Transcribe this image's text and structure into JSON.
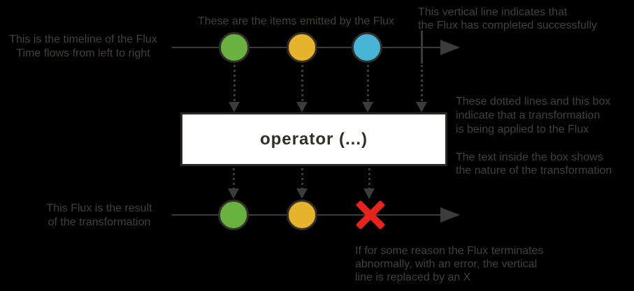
{
  "diagram": {
    "title": "Flux marble diagram",
    "type": "reactive-streams timeline diagram",
    "streams": {
      "source": {
        "marbles": [
          "green",
          "yellow",
          "blue"
        ],
        "terminal": "complete"
      },
      "result": {
        "marbles": [
          "green",
          "yellow"
        ],
        "terminal": "error"
      }
    }
  },
  "operator": {
    "label": "operator (...)"
  },
  "labels": {
    "timeline": {
      "line1": "This is the timeline of the Flux",
      "line2": "Time flows from left to right"
    },
    "items": {
      "line1": "These are the items emitted by the Flux"
    },
    "complete": {
      "line1": "This vertical line indicates that",
      "line2": "the Flux has completed successfully"
    },
    "transform": {
      "line1": "These dotted lines and this box",
      "line2": "indicate that a transformation",
      "line3": "is being applied to the Flux"
    },
    "boxtext": {
      "line1": "The text inside the box shows",
      "line2": "the nature of the transformation"
    },
    "result": {
      "line1": "This Flux is the result",
      "line2": "of the transformation"
    },
    "error": {
      "line1": "If for some reason the Flux terminates",
      "line2": "abnormally, with an error, the vertical",
      "line3": "line is replaced by an X"
    }
  },
  "colors": {
    "bg": "#000000",
    "line": "#3b3b3b",
    "text": "#453f3a",
    "green": "#69b23f",
    "yellow": "#e5b42c",
    "blue": "#48b4d6",
    "red": "#e6241b",
    "box-bg": "#ffffff",
    "box-border": "#2b2622",
    "box-text": "#332d27",
    "circle-border": "#332e2a"
  }
}
